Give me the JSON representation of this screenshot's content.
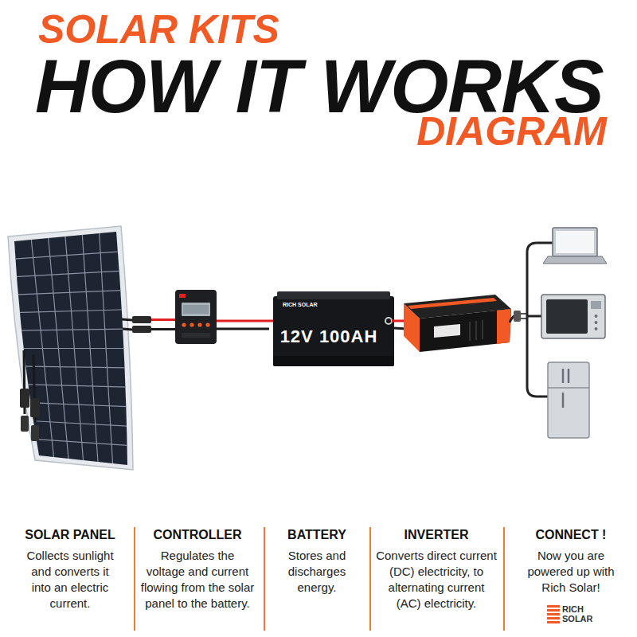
{
  "diagram": {
    "title": "HOW IT WORKS",
    "nodes": [
      {
        "text": [
          "SOLAR PANEL",
          "Collects sunlight and converts it into an electric current."
        ]
      },
      {
        "text": [
          "CONTROLLER",
          "Regulates the voltage and current flowing from the solar panel to the battery."
        ]
      },
      {
        "text": [
          "BATTERY",
          "Stores and discharges energy."
        ]
      },
      {
        "text": [
          "INVERTER",
          "Converts direct current (DC) electricity, to alternating current (AC) electricity."
        ]
      },
      {
        "text": [
          "CONNECT !",
          "Now you are powered up with Rich Solar!"
        ]
      }
    ],
    "labels": [
      "SOLAR KITS",
      "DIAGRAM",
      "RICH SOLAR",
      "12V 100AH",
      "RICH SOLAR"
    ]
  }
}
